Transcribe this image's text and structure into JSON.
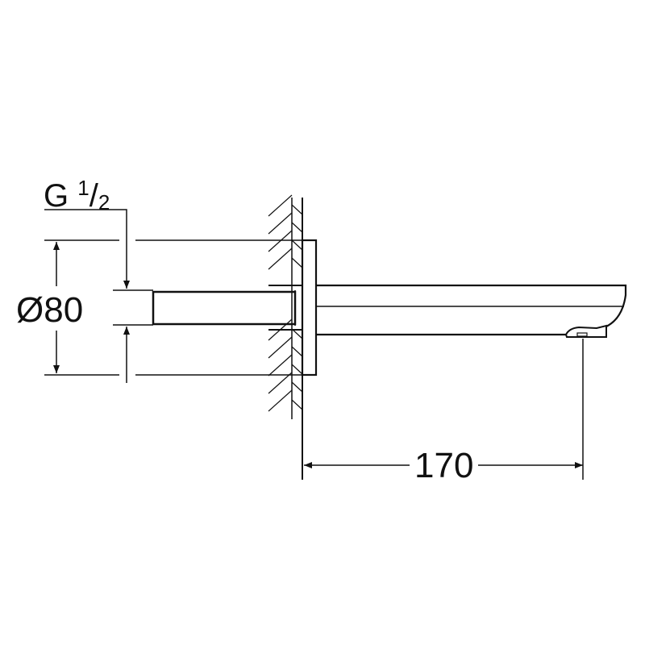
{
  "drawing": {
    "thread_label": {
      "letter": "G",
      "numerator": "1",
      "slash": "/",
      "denominator": "2"
    },
    "diameter_label": "Ø80",
    "length_label": "170",
    "line_color": "#111111"
  }
}
